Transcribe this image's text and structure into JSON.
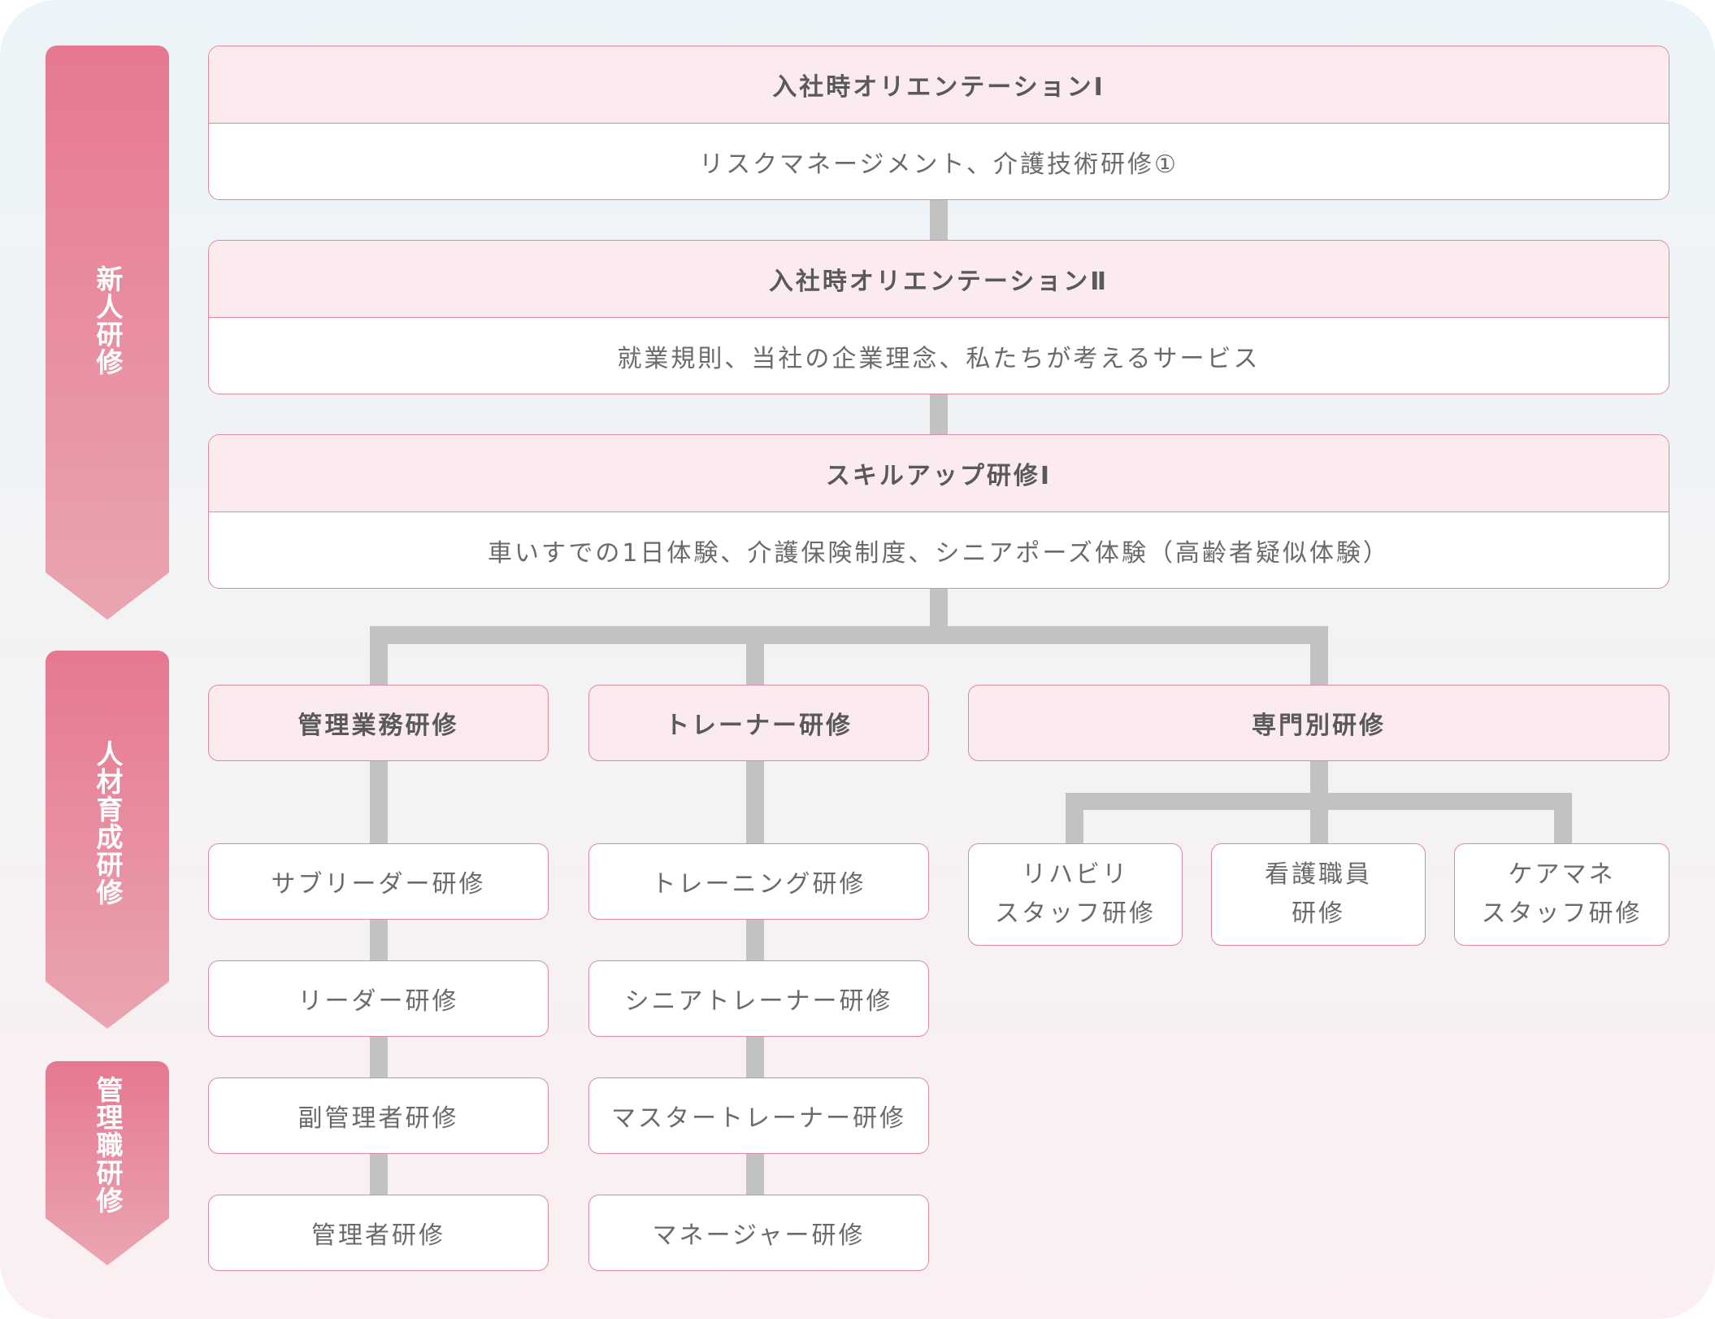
{
  "colors": {
    "band_top": "#e67890",
    "band_bottom": "#eaa5b1",
    "card_border": "#dd8a9c",
    "card_header_bg": "#fbebee",
    "connector": "#c2c2c2",
    "text_heading": "#595959",
    "text_body": "#6a6a6a"
  },
  "phases": [
    {
      "label": "新人研修"
    },
    {
      "label": "人材育成研修"
    },
    {
      "label": "管理職研修"
    }
  ],
  "onboarding": [
    {
      "title": "入社時オリエンテーションⅠ",
      "content": "リスクマネージメント、介護技術研修①"
    },
    {
      "title": "入社時オリエンテーションⅡ",
      "content": "就業規則、当社の企業理念、私たちが考えるサービス"
    },
    {
      "title": "スキルアップ研修Ⅰ",
      "content": "車いすでの1日体験、介護保険制度、シニアポーズ体験（高齢者疑似体験）"
    }
  ],
  "tracks": [
    {
      "title": "管理業務研修",
      "steps": [
        "サブリーダー研修",
        "リーダー研修",
        "副管理者研修",
        "管理者研修"
      ]
    },
    {
      "title": "トレーナー研修",
      "steps": [
        "トレーニング研修",
        "シニアトレーナー研修",
        "マスタートレーナー研修",
        "マネージャー研修"
      ]
    },
    {
      "title": "専門別研修",
      "specialties": [
        {
          "line1": "リハビリ",
          "line2": "スタッフ研修"
        },
        {
          "line1": "看護職員",
          "line2": "研修"
        },
        {
          "line1": "ケアマネ",
          "line2": "スタッフ研修"
        }
      ]
    }
  ]
}
